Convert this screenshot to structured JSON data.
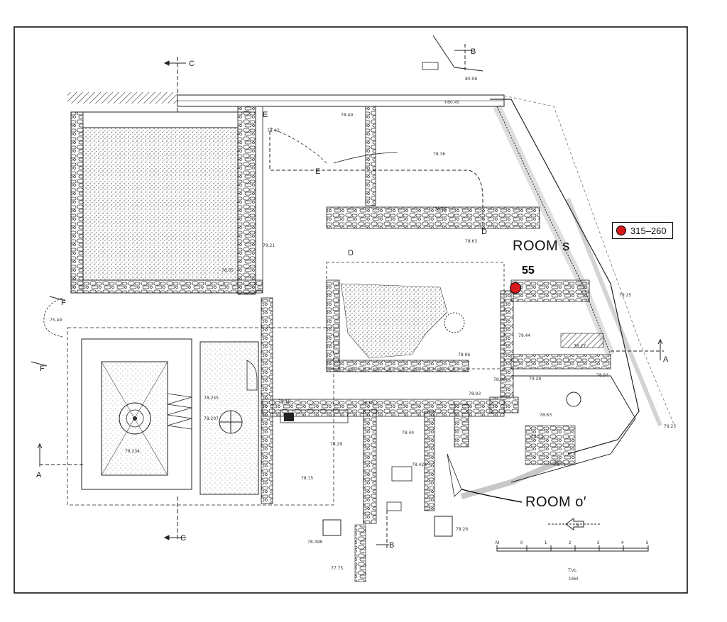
{
  "legend": {
    "dot_color": "#d7191c",
    "label": "315–260"
  },
  "rooms": {
    "room_s": "ROOM s",
    "room_o": "ROOM o′"
  },
  "find": {
    "number": "55",
    "color": "#d7191c"
  },
  "section_markers": {
    "a": "A",
    "b": "B",
    "c": "C",
    "d": "D",
    "e": "E",
    "f": "F"
  },
  "elevations": [
    "+80.45",
    "80.06",
    "78.49",
    "78.36",
    "78.55",
    "78.63",
    "78.43",
    "79.21",
    "78.55",
    "79.25",
    "79.44",
    "78.96",
    "78.93",
    "79.29",
    "78.64",
    "78.27",
    "78.63",
    "78.51",
    "78.71",
    "78.95",
    "78.96",
    "78.44",
    "78.428",
    "78.26",
    "78.19",
    "78.207",
    "78.255",
    "78.234",
    "78.29",
    "78.15",
    "78.398",
    "77.75",
    "79.25",
    "75.49"
  ],
  "scale": {
    "ticks": [
      "M",
      "0",
      "1",
      "2",
      "3",
      "4",
      "5"
    ]
  },
  "north": {
    "label": "N"
  },
  "signature": {
    "initials": "T.Vc.",
    "year": "1964"
  }
}
